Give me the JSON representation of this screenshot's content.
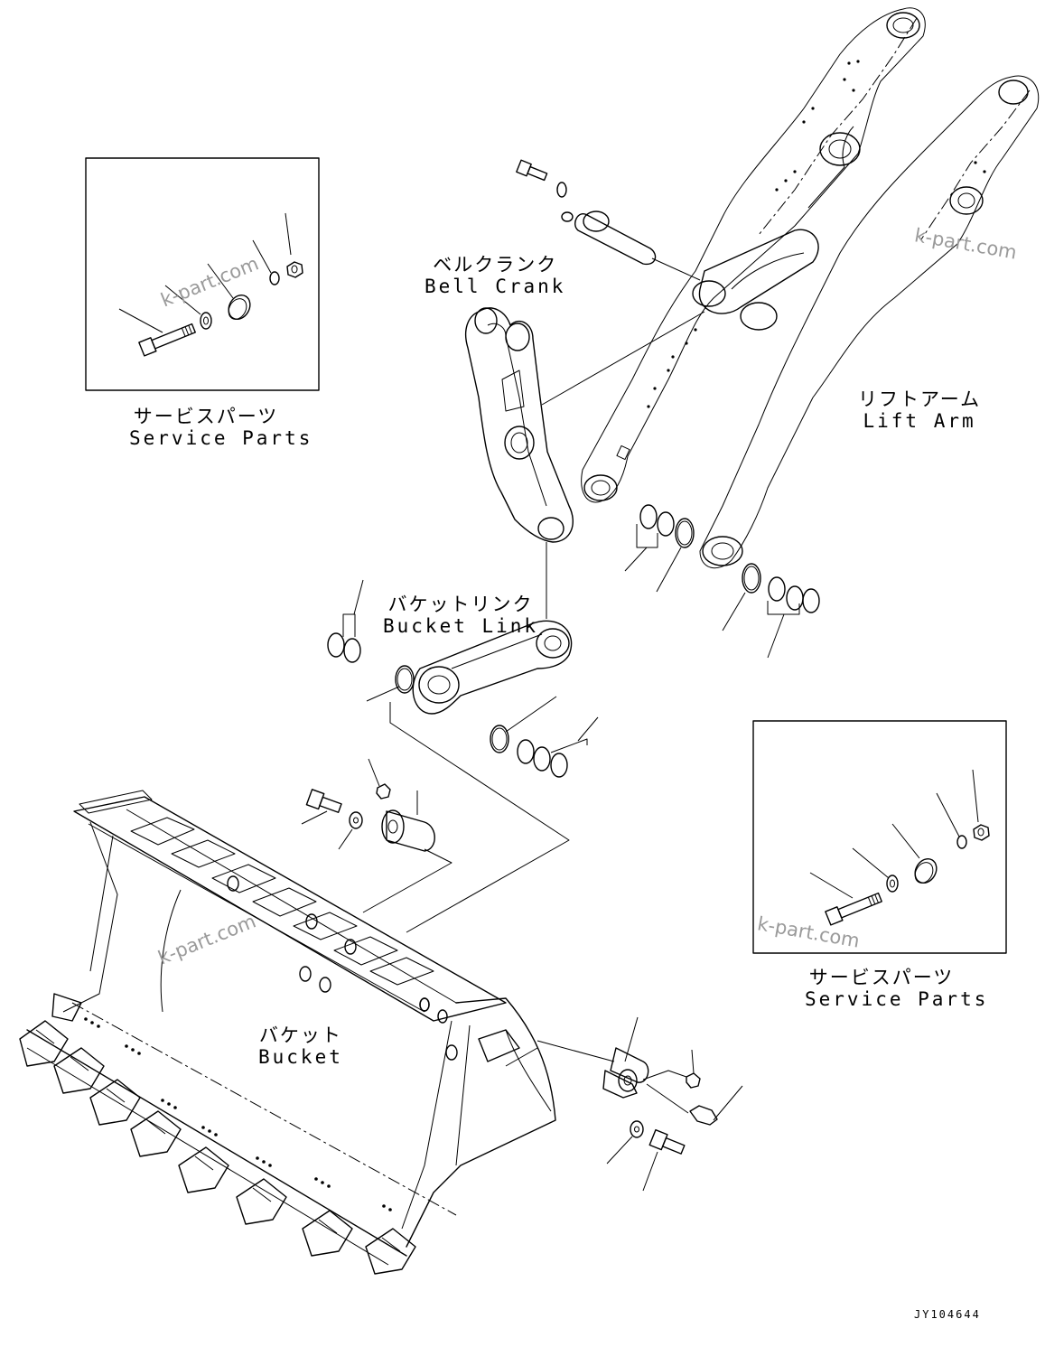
{
  "labels": {
    "bell_crank": {
      "jp": "ベルクランク",
      "en": "Bell Crank"
    },
    "lift_arm": {
      "jp": "リフトアーム",
      "en": "Lift Arm"
    },
    "bucket_link": {
      "jp": "バケットリンク",
      "en": "Bucket Link"
    },
    "bucket": {
      "jp": "バケット",
      "en": "Bucket"
    },
    "service_parts_left": {
      "jp": "サービスパーツ",
      "en": "Service Parts"
    },
    "service_parts_right": {
      "jp": "サービスパーツ",
      "en": "Service Parts"
    }
  },
  "watermark": "k-part.com",
  "drawing_code": "JY104644"
}
